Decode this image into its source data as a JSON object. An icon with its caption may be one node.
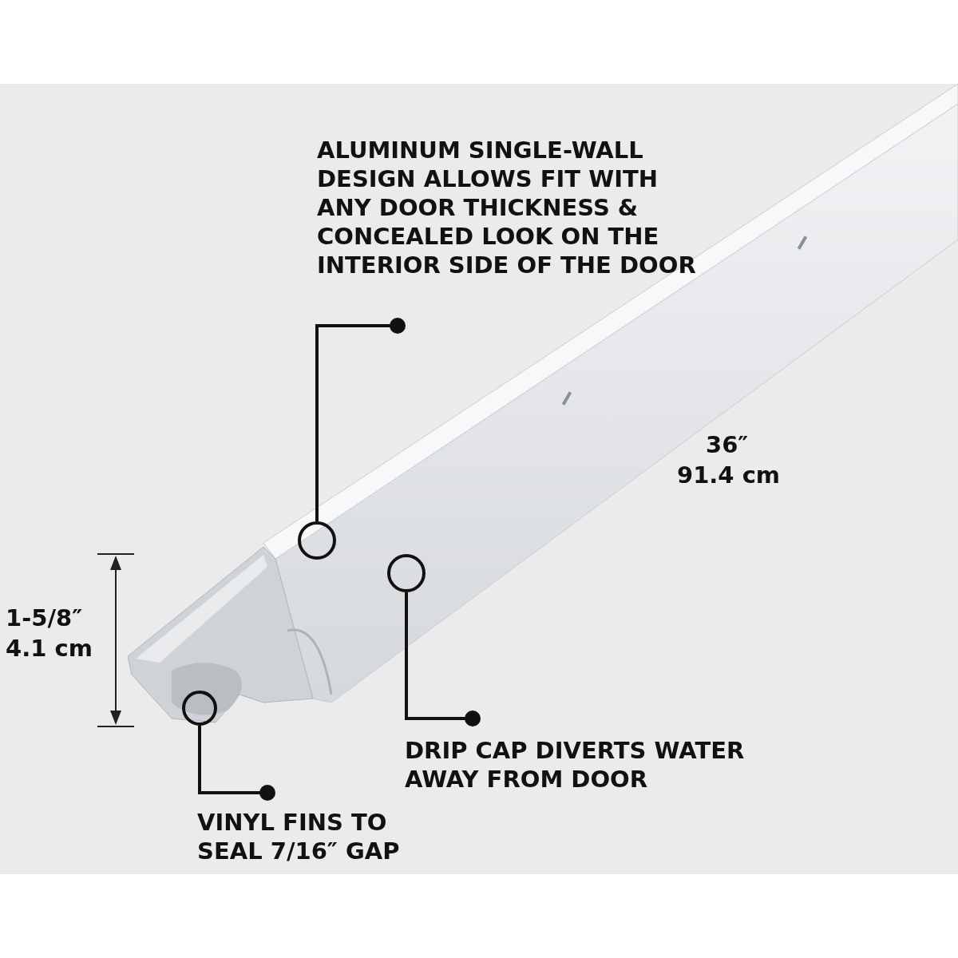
{
  "diagram": {
    "nodes": [
      {
        "text": [
          "ALUMINUM SINGLE-WALL DESIGN ALLOWS FIT WITH ANY DOOR THICKNESS & CONCEALED LOOK ON THE INTERIOR SIDE OF THE DOOR"
        ]
      },
      {
        "text": [],
        "shape": "circle"
      },
      {
        "text": [],
        "shape": "circle"
      },
      {
        "text": [],
        "shape": "circle"
      },
      {
        "text": [
          "DRIP CAP DIVERTS WATER AWAY FROM DOOR"
        ]
      },
      {
        "text": [
          "VINYL FINS TO SEAL 7/16″ GAP"
        ]
      }
    ],
    "edges": [
      {
        "from": 0,
        "to": 1,
        "arrow": "other"
      },
      {
        "from": 4,
        "to": 2,
        "arrow": "other"
      },
      {
        "from": 5,
        "to": 3,
        "arrow": "other"
      }
    ],
    "labels": [
      "36″",
      "91.4 cm",
      "1-5/8″",
      "4.1 cm"
    ]
  }
}
